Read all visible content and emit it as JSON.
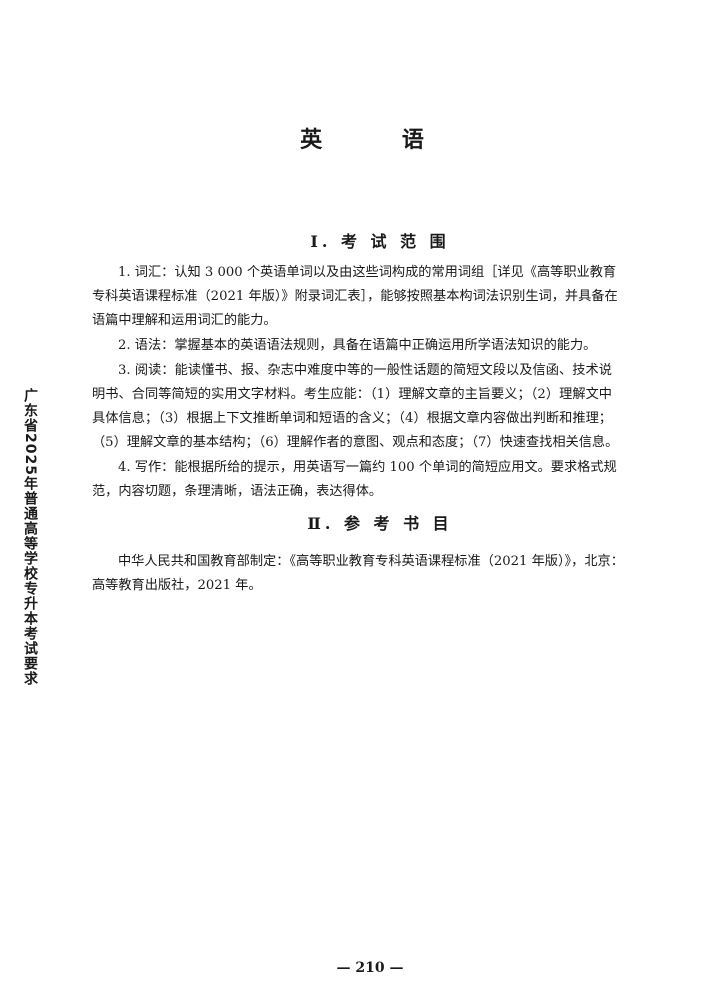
{
  "title": "英 语",
  "side_caption": "广东省2025年普通高等学校专升本考试要求",
  "section1": {
    "heading": "Ⅰ. 考 试 范 围",
    "lines": [
      "1. 词汇：认知 3 000 个英语单词以及由这些词构成的常用词组［详见《高等职业教育",
      "专科英语课程标准（2021 年版）》附录词汇表］，能够按照基本构词法识别生词，并具备在",
      "语篇中理解和运用词汇的能力。",
      "2. 语法：掌握基本的英语语法规则，具备在语篇中正确运用所学语法知识的能力。",
      "3. 阅读：能读懂书、报、杂志中难度中等的一般性话题的简短文段以及信函、技术说",
      "明书、合同等简短的实用文字材料。考生应能：（1）理解文章的主旨要义；（2）理解文中",
      "具体信息；（3）根据上下文推断单词和短语的含义；（4）根据文章内容做出判断和推理；",
      "（5）理解文章的基本结构；（6）理解作者的意图、观点和态度；（7）快速查找相关信息。",
      "4. 写作：能根据所给的提示，用英语写一篇约 100 个单词的简短应用文。要求格式规",
      "范，内容切题，条理清晰，语法正确，表达得体。"
    ]
  },
  "section2": {
    "heading": "Ⅱ. 参 考 书 目",
    "lines": [
      "中华人民共和国教育部制定：《高等职业教育专科英语课程标准（2021 年版）》，北京：",
      "高等教育出版社，2021 年。"
    ]
  },
  "page_number": "— 210 —"
}
